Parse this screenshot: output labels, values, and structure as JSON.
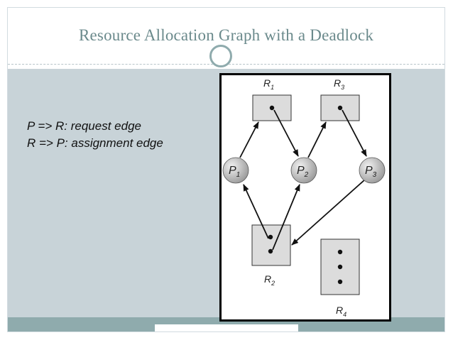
{
  "slide": {
    "title": "Resource Allocation Graph with a Deadlock",
    "legend": [
      "P => R: request edge",
      "R => P: assignment edge"
    ]
  },
  "graph": {
    "resources": [
      {
        "name": "R",
        "sub": "1"
      },
      {
        "name": "R",
        "sub": "3"
      },
      {
        "name": "R",
        "sub": "2"
      },
      {
        "name": "R",
        "sub": "4"
      }
    ],
    "processes": [
      {
        "name": "P",
        "sub": "1"
      },
      {
        "name": "P",
        "sub": "2"
      },
      {
        "name": "P",
        "sub": "3"
      }
    ],
    "edges": [
      {
        "from": "P1",
        "to": "R1",
        "kind": "request"
      },
      {
        "from": "R1",
        "to": "P2",
        "kind": "assignment"
      },
      {
        "from": "P2",
        "to": "R3",
        "kind": "request"
      },
      {
        "from": "R3",
        "to": "P3",
        "kind": "assignment"
      },
      {
        "from": "P3",
        "to": "R2",
        "kind": "request"
      },
      {
        "from": "R2",
        "to": "P1",
        "kind": "assignment"
      },
      {
        "from": "R2",
        "to": "P2",
        "kind": "assignment"
      }
    ]
  },
  "colors": {
    "title": "#6b8a8c",
    "body_background": "#c8d3d8",
    "accent": "#8fabad",
    "resource_fill": "#dcdcdc"
  }
}
